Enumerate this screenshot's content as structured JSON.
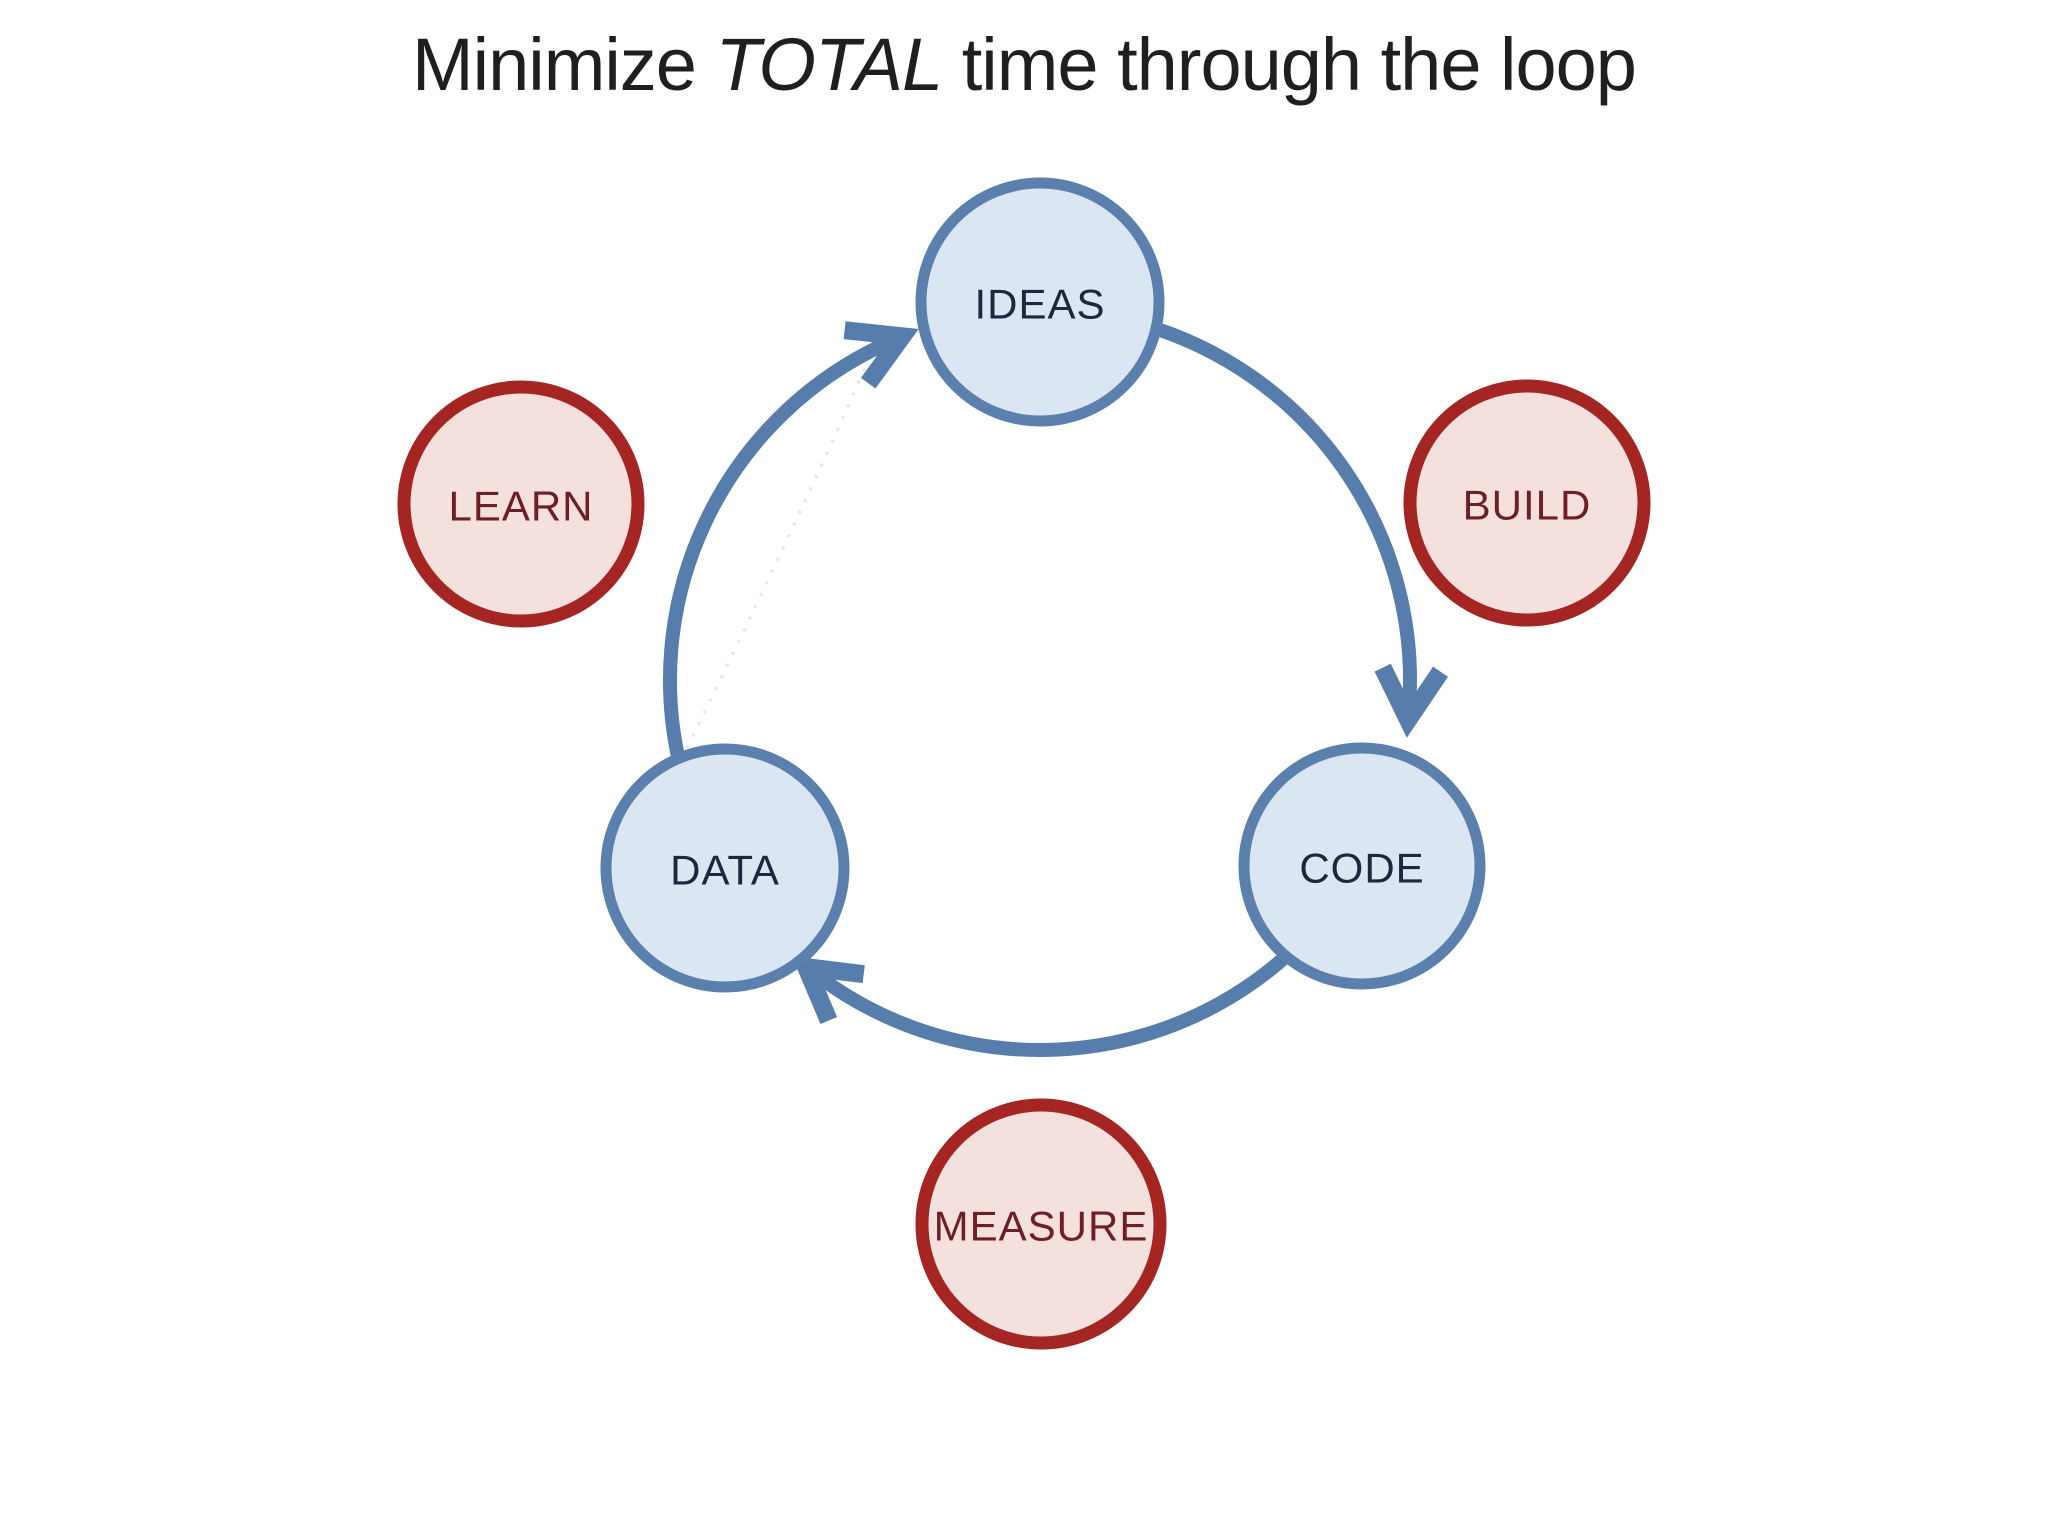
{
  "title": {
    "part1": "Minimize ",
    "emphasis": "TOTAL",
    "part2": " time through the loop"
  },
  "nodes": {
    "ideas": {
      "label": "IDEAS",
      "kind": "loop-stage",
      "color": "blue"
    },
    "code": {
      "label": "CODE",
      "kind": "loop-stage",
      "color": "blue"
    },
    "data": {
      "label": "DATA",
      "kind": "loop-stage",
      "color": "blue"
    },
    "build": {
      "label": "BUILD",
      "kind": "transition-activity",
      "color": "red"
    },
    "measure": {
      "label": "MEASURE",
      "kind": "transition-activity",
      "color": "red"
    },
    "learn": {
      "label": "LEARN",
      "kind": "transition-activity",
      "color": "red"
    }
  },
  "edges": [
    {
      "from": "IDEAS",
      "to": "CODE",
      "activity": "BUILD",
      "direction": "clockwise"
    },
    {
      "from": "CODE",
      "to": "DATA",
      "activity": "MEASURE",
      "direction": "clockwise"
    },
    {
      "from": "DATA",
      "to": "IDEAS",
      "activity": "LEARN",
      "direction": "clockwise"
    }
  ],
  "colors": {
    "background": "#ffffff",
    "title_text": "#1f1f1f",
    "arrow": "#567dab",
    "blue_node_fill": "#dbe6f3",
    "blue_node_border": "#5b80ae",
    "blue_node_text": "#1c2740",
    "red_node_fill": "#f4e1dd",
    "red_node_border": "#a52522",
    "red_node_text": "#6e1f26"
  }
}
